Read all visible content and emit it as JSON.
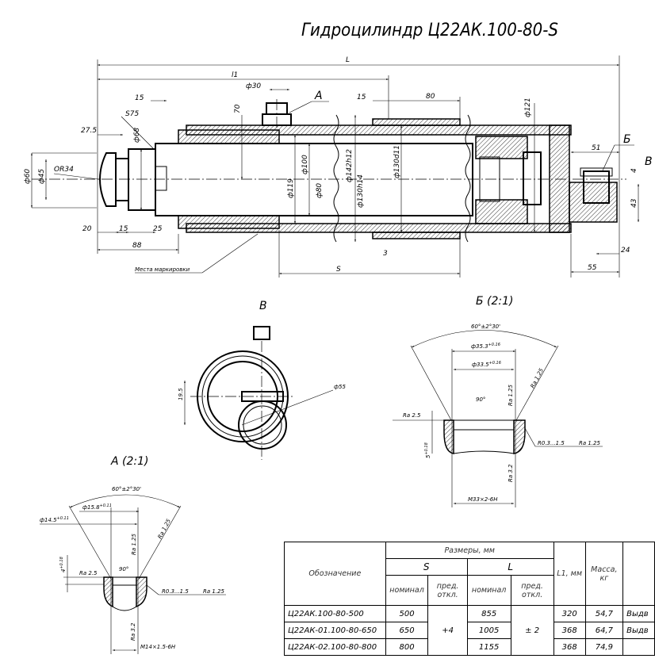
{
  "title": "Гидроцилиндр Ц22АК.100-80-S",
  "main_view": {
    "dims": {
      "L": "L",
      "l1": "l1",
      "d30": "ф30",
      "A": "А",
      "d15a": "15",
      "d80": "80",
      "d121": "ф121",
      "d15b": "15",
      "S75": "S75",
      "d70": "70",
      "d27_5": "27.5",
      "d68": "ф68",
      "d60": "ф60",
      "d45": "ф45",
      "OR34": "OR34",
      "d100": "ф100",
      "d119": "ф119",
      "dd80": "ф80",
      "d142": "ф142h12",
      "d130h14": "ф130h14",
      "d130d11": "ф130d11",
      "B_label": "Б",
      "V_label": "В",
      "d51": "51",
      "d4": "4",
      "d43": "43",
      "d20": "20",
      "d15c": "15",
      "d25": "25",
      "d88": "88",
      "d3": "3",
      "S": "S",
      "d24": "24",
      "d55": "55"
    },
    "marking_note": "Места маркировки"
  },
  "view_v": {
    "label": "В",
    "d19_5": "19.5",
    "d55": "ф55"
  },
  "detail_b": {
    "label": "Б (2:1)",
    "angle": "60°±2°30'",
    "d35": "ф35.3",
    "d35_tol": "+0.16",
    "d33": "ф33.5",
    "d33_tol": "+0.16",
    "ra125a": "Ra 1.25",
    "ra125b": "Ra 1.25",
    "a90": "90°",
    "ra25": "Ra 2.5",
    "depth": "5",
    "depth_tol": "+0.18",
    "radius": "R0.3...1.5",
    "ra125c": "Ra 1.25",
    "ra32": "Ra 3.2",
    "thread": "M33×2-6H"
  },
  "detail_a": {
    "label": "А (2:1)",
    "angle": "60°±2°30'",
    "d15_8": "ф15.8",
    "d15_8_tol": "+0.11",
    "d14_5": "ф14.5",
    "d14_5_tol": "+0.11",
    "ra125a": "Ra 1.25",
    "ra125b": "Ra 1.25",
    "a90": "90°",
    "ra25": "Ra 2.5",
    "depth": "4",
    "depth_tol": "+0.18",
    "radius": "R0.3...1.5",
    "ra125c": "Ra 1.25",
    "ra32": "Ra 3.2",
    "thread": "M14×1.5-6H"
  },
  "table": {
    "h_designation": "Обозначение",
    "h_dims": "Размеры, мм",
    "h_S": "S",
    "h_L": "L",
    "h_nominal": "номинал",
    "h_dev": "пред. откл.",
    "h_L1": "L1, мм",
    "h_mass": "Масса, кг",
    "rows": [
      {
        "designation": "Ц22АК.100-80-500",
        "S": "500",
        "L": "855",
        "L1": "320",
        "mass": "54,7",
        "extra": "Выдв"
      },
      {
        "designation": "Ц22АК-01.100-80-650",
        "S": "650",
        "L": "1005",
        "L1": "368",
        "mass": "64,7",
        "extra": "Выдв"
      },
      {
        "designation": "Ц22АК-02.100-80-800",
        "S": "800",
        "L": "1155",
        "L1": "368",
        "mass": "74,9",
        "extra": ""
      }
    ],
    "S_dev": "+4",
    "L_dev": "± 2"
  }
}
